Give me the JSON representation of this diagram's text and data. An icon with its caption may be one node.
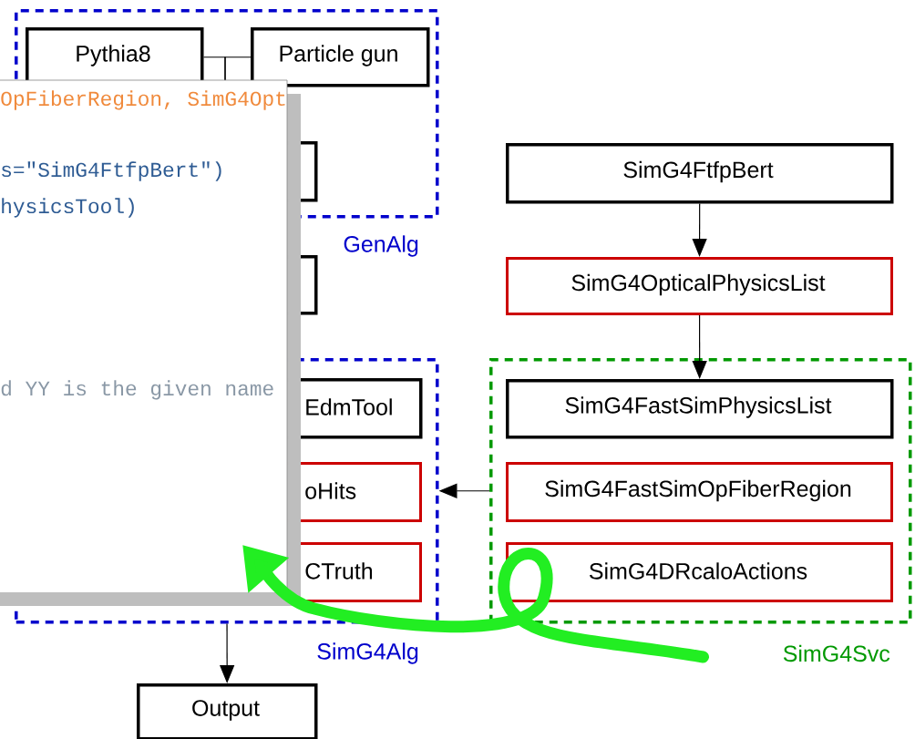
{
  "diagram": {
    "nodes": [
      {
        "text": [
          "GenAlg"
        ]
      },
      {
        "text": [
          "Pythia8"
        ],
        "in": 0
      },
      {
        "text": [
          "Particle gun"
        ],
        "in": 0
      },
      {
        "text": [],
        "shape": "box",
        "in": 0
      },
      {
        "text": [],
        "shape": "box"
      },
      {
        "text": [
          "SimG4Alg"
        ]
      },
      {
        "text": [
          "EdmTool"
        ],
        "in": 5
      },
      {
        "text": [
          "oHits"
        ],
        "in": 5
      },
      {
        "text": [
          "CTruth"
        ],
        "in": 5
      },
      {
        "text": [
          "Output"
        ]
      },
      {
        "text": [
          "SimG4FtfpBert"
        ]
      },
      {
        "text": [
          "SimG4OpticalPhysicsList"
        ]
      },
      {
        "text": [
          "SimG4Svc"
        ]
      },
      {
        "text": [
          "SimG4FastSimPhysicsList"
        ],
        "in": 12
      },
      {
        "text": [
          "SimG4FastSimOpFiberRegion"
        ],
        "in": 12
      },
      {
        "text": [
          "SimG4DRcaloActions"
        ],
        "in": 12
      }
    ],
    "edges": [
      {
        "from": 1,
        "to": 3,
        "arrow": "none"
      },
      {
        "from": 2,
        "to": 3,
        "arrow": "none"
      },
      {
        "from": 10,
        "to": 11,
        "arrow": "to"
      },
      {
        "from": 11,
        "to": 13,
        "arrow": "to"
      },
      {
        "from": 12,
        "to": 5,
        "arrow": "to"
      },
      {
        "from": 5,
        "to": 9,
        "arrow": "to"
      },
      {
        "from": 15,
        "to": 8,
        "arrow": "to",
        "style": "thick",
        "color": "#22ee22"
      }
    ],
    "labels": [
      "OpFiberRegion, SimG4Opt",
      "s=\"SimG4FtfpBert\")",
      "hysicsTool)",
      "d YY is the given name"
    ]
  }
}
